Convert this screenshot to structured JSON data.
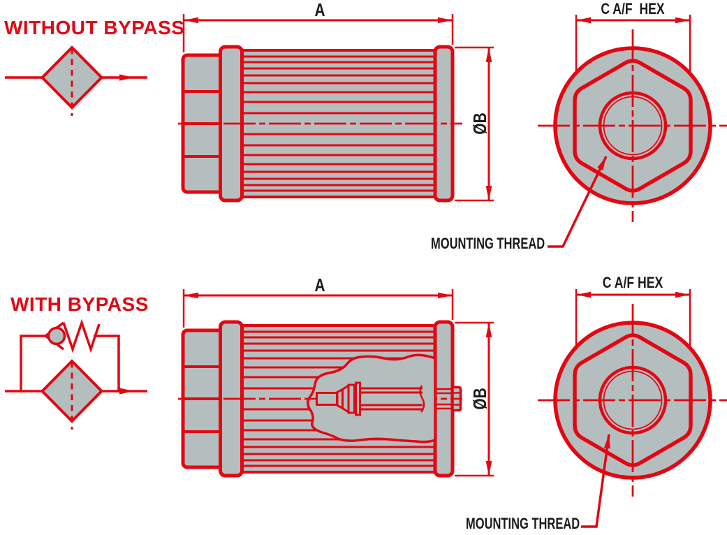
{
  "colors": {
    "red": "#e30613",
    "grey": "#b4bebe",
    "text_black": "#1a1a1a",
    "background": "#ffffff"
  },
  "sections": {
    "without_bypass": {
      "title": "WITHOUT BYPASS",
      "dim_length": "A",
      "dim_diameter": "ØB",
      "dim_hex": "C A/F  HEX",
      "mounting_thread_label": "MOUNTING THREAD"
    },
    "with_bypass": {
      "title": "WITH BYPASS",
      "dim_length": "A",
      "dim_diameter": "ØB",
      "dim_hex": "C A/F HEX",
      "mounting_thread_label": "MOUNTING THREAD"
    }
  }
}
